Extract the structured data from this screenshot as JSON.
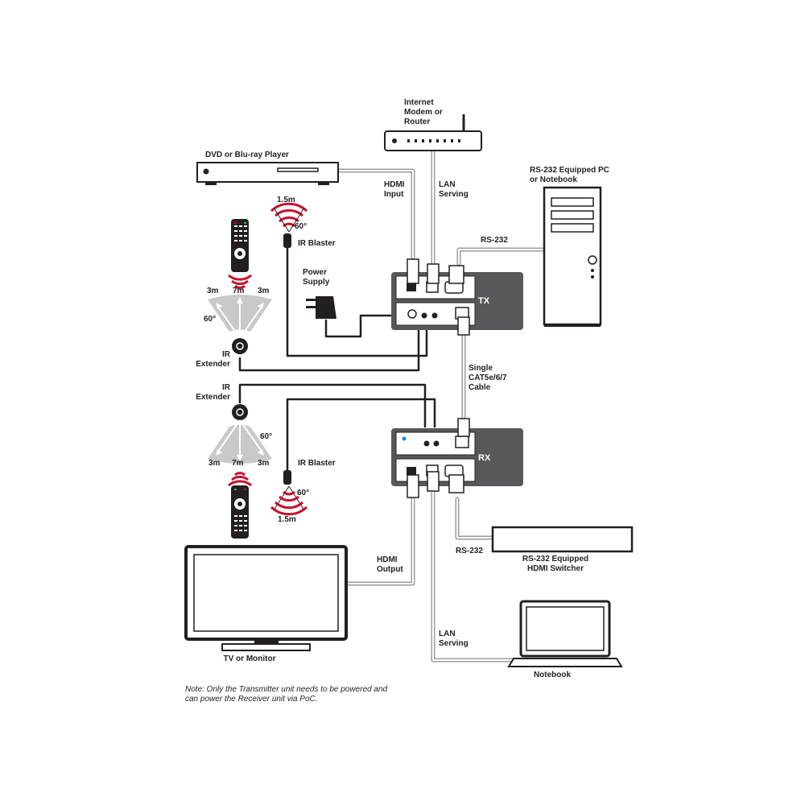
{
  "labels": {
    "modem": "Internet\nModem or\nRouter",
    "dvd": "DVD or Blu-ray Player",
    "pc": "RS-232 Equipped PC\nor Notebook",
    "hdmi_input": "HDMI\nInput",
    "lan_serving_top": "LAN\nServing",
    "rs232_top": "RS-232",
    "power_supply": "Power\nSupply",
    "ir_blaster_top": "IR Blaster",
    "dist_1_5m_top": "1.5m",
    "angle_60_blaster_top": "60°",
    "ir_extender_top": "IR\nExtender",
    "ir_extender_bottom": "IR\nExtender",
    "dist_3m_tl": "3m",
    "dist_7m_t": "7m",
    "dist_3m_tr": "3m",
    "angle_60_ext_top": "60°",
    "angle_60_ext_bottom": "60°",
    "dist_3m_bl": "3m",
    "dist_7m_b": "7m",
    "dist_3m_br": "3m",
    "ir_blaster_bottom": "IR Blaster",
    "angle_60_blaster_bottom": "60°",
    "dist_1_5m_bottom": "1.5m",
    "cable": "Single\nCAT5e/6/7\nCable",
    "tx": "TX",
    "rx": "RX",
    "hdmi_output": "HDMI\nOutput",
    "rs232_bottom": "RS-232",
    "switcher": "RS-232 Equipped\nHDMI Switcher",
    "lan_serving_bottom": "LAN\nServing",
    "tv": "TV or Monitor",
    "notebook": "Notebook",
    "note": "Note: Only the Transmitter unit needs to be powered and\ncan power the Receiver unit via PoC."
  },
  "colors": {
    "unit_fill": "#58585a",
    "device_stroke": "#231f20",
    "cable": "#b9b9ba",
    "ir_red": "#c8102e",
    "cone_grey": "#c9c9c9"
  }
}
